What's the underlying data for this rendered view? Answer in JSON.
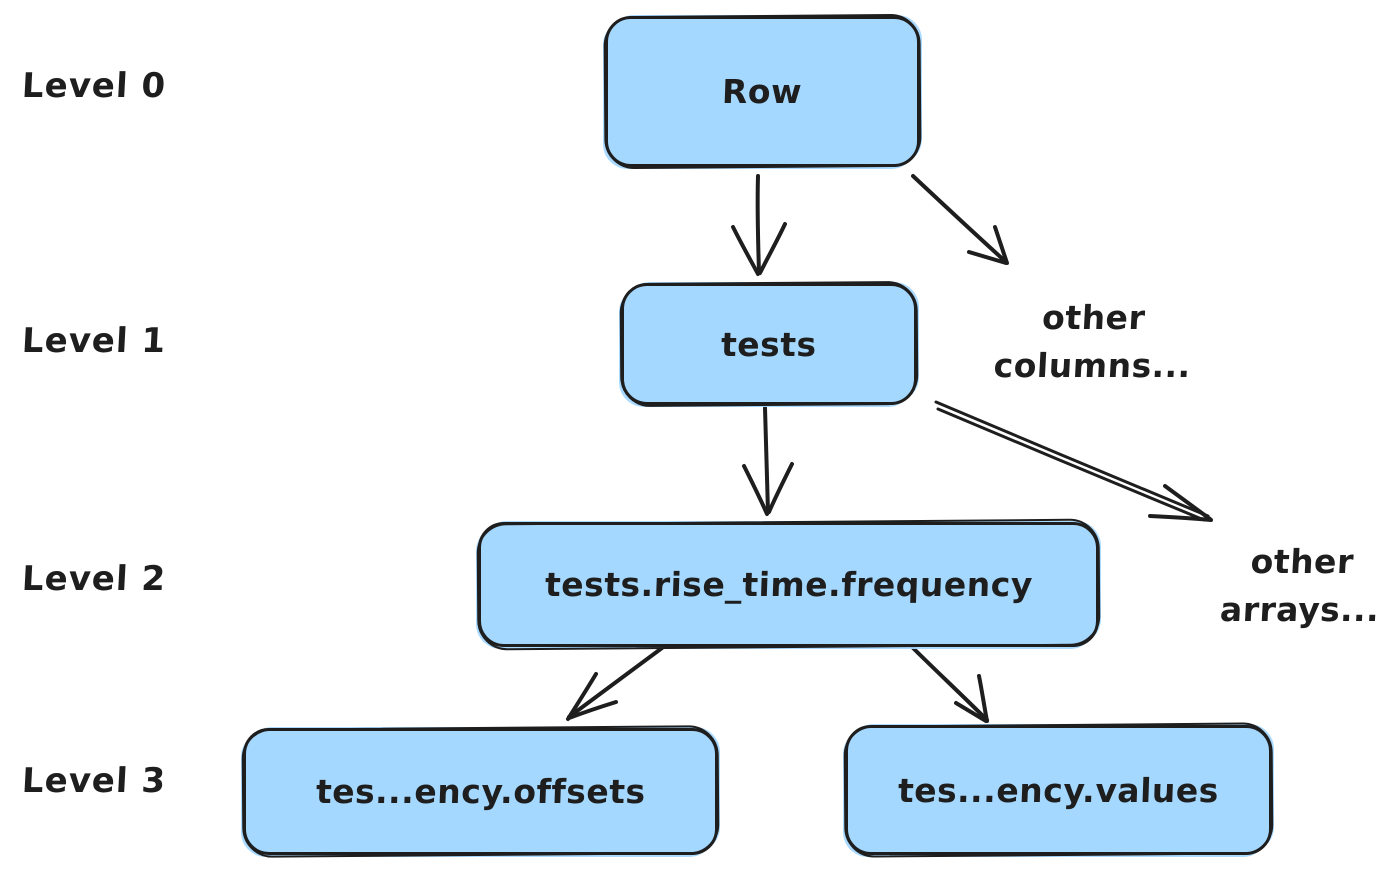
{
  "diagram": {
    "type": "tree",
    "colors": {
      "node_fill": "#a5d8ff",
      "stroke": "#1e1e1e",
      "background": "#ffffff"
    },
    "level_labels": [
      "Level 0",
      "Level 1",
      "Level 2",
      "Level 3"
    ],
    "nodes": {
      "row": {
        "label": "Row",
        "level": 0
      },
      "tests": {
        "label": "tests",
        "level": 1
      },
      "frequency": {
        "label": "tests.rise_time.frequency",
        "level": 2
      },
      "offsets": {
        "label": "tes...ency.offsets",
        "level": 3
      },
      "values": {
        "label": "tes...ency.values",
        "level": 3
      }
    },
    "annotations": {
      "other_columns": {
        "line1": "other",
        "line2": "columns..."
      },
      "other_arrays": {
        "line1": "other",
        "line2": "arrays..."
      }
    },
    "edges": [
      {
        "from": "row",
        "to": "tests"
      },
      {
        "from": "row",
        "to": "other_columns"
      },
      {
        "from": "tests",
        "to": "frequency"
      },
      {
        "from": "tests",
        "to": "other_arrays"
      },
      {
        "from": "frequency",
        "to": "offsets"
      },
      {
        "from": "frequency",
        "to": "values"
      }
    ]
  }
}
